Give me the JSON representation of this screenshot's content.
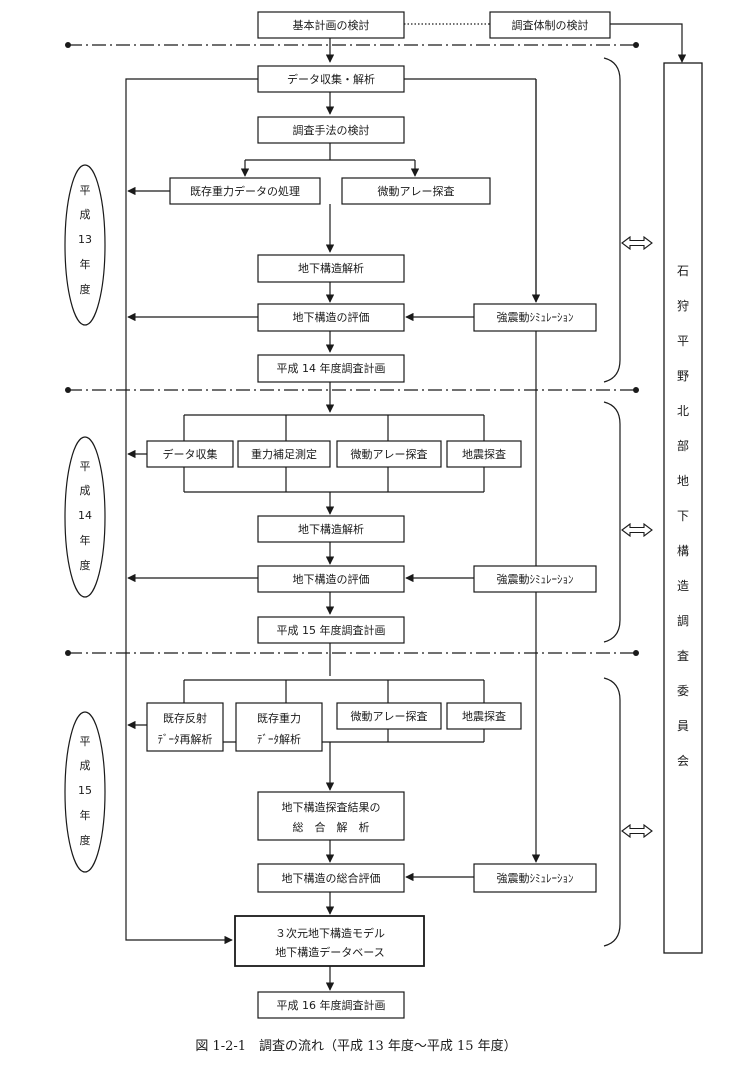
{
  "top": {
    "plan_review": "基本計画の検討",
    "org_review": "調査体制の検討"
  },
  "committee": [
    "石",
    "狩",
    "平",
    "野",
    "北",
    "部",
    "地",
    "下",
    "構",
    "造",
    "調",
    "査",
    "委",
    "員",
    "会"
  ],
  "y13": {
    "era": [
      "平",
      "成",
      "13",
      "年",
      "度"
    ],
    "data_collection": "データ収集・解析",
    "method_review": "調査手法の検討",
    "existing_gravity": "既存重力データの処理",
    "microtremor": "微動アレー探査",
    "analysis": "地下構造解析",
    "evaluation": "地下構造の評価",
    "simulation": "強震動ｼﾐｭﾚｰｼｮﾝ",
    "next_plan": "平成 14 年度調査計画"
  },
  "y14": {
    "era": [
      "平",
      "成",
      "14",
      "年",
      "度"
    ],
    "data_collection": "データ収集",
    "gravity_measure": "重力補足測定",
    "microtremor": "微動アレー探査",
    "seismic": "地震探査",
    "analysis": "地下構造解析",
    "evaluation": "地下構造の評価",
    "simulation": "強震動ｼﾐｭﾚｰｼｮﾝ",
    "next_plan": "平成 15 年度調査計画"
  },
  "y15": {
    "era": [
      "平",
      "成",
      "15",
      "年",
      "度"
    ],
    "reflection_l1": "既存反射",
    "reflection_l2": "ﾃﾞｰﾀ再解析",
    "gravity_l1": "既存重力",
    "gravity_l2": "ﾃﾞｰﾀ解析",
    "microtremor": "微動アレー探査",
    "seismic": "地震探査",
    "synthesis_l1": "地下構造探査結果の",
    "synthesis_l2": "総　合　解　析",
    "evaluation": "地下構造の総合評価",
    "simulation": "強震動ｼﾐｭﾚｰｼｮﾝ",
    "model_l1": "３次元地下構造モデル",
    "model_l2": "地下構造データベース",
    "next_plan": "平成 16 年度調査計画"
  },
  "caption": "図 1-2-1　調査の流れ（平成 13 年度～平成 15 年度）"
}
